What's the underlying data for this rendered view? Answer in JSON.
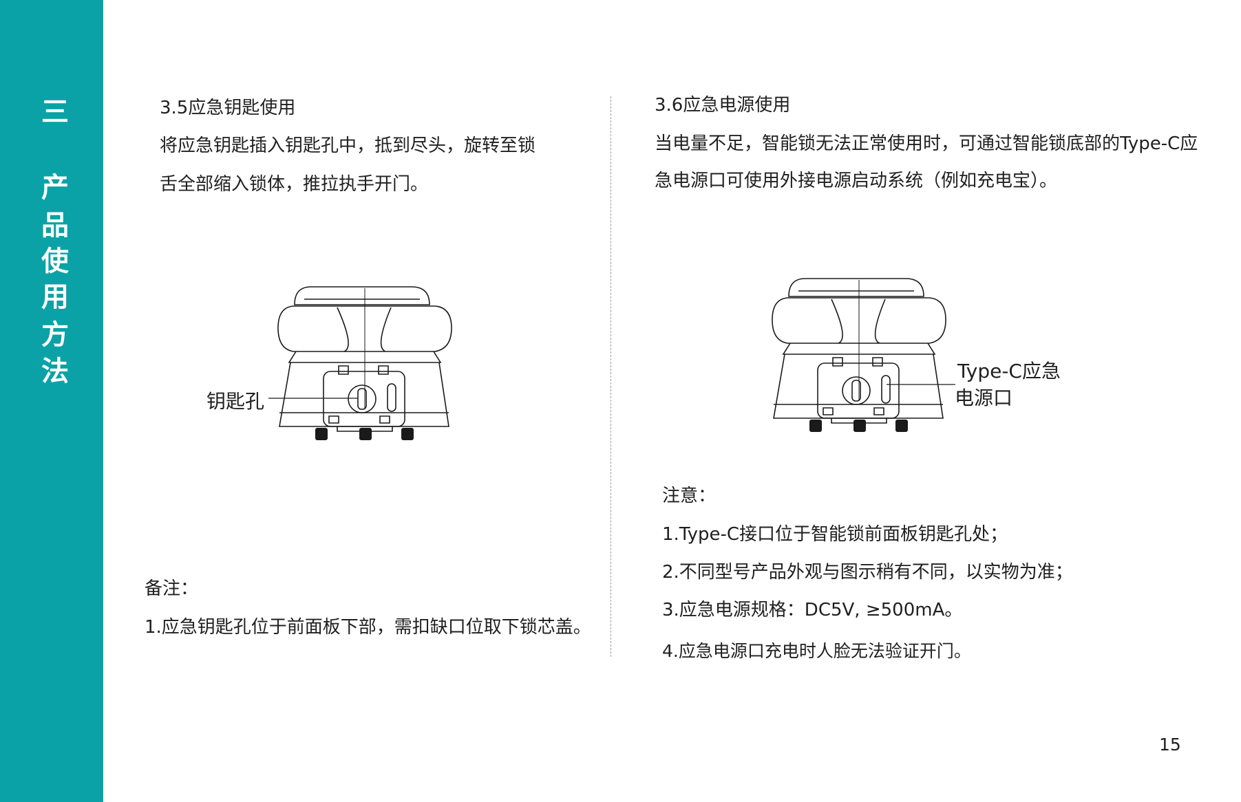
{
  "sidebar": {
    "section_number": "三",
    "title_chars": [
      "产",
      "品",
      "使",
      "用",
      "方",
      "法"
    ]
  },
  "left": {
    "heading": "3.5应急钥匙使用",
    "body_lines": [
      "将应急钥匙插入钥匙孔中，抵到尽头，旋转至锁",
      "舌全部缩入锁体，推拉执手开门。"
    ],
    "callout_label": "钥匙孔",
    "note_title": "备注：",
    "note_items": [
      "1.应急钥匙孔位于前面板下部，需扣缺口位取下锁芯盖。"
    ]
  },
  "right": {
    "heading": "3.6应急电源使用",
    "body_lines": [
      "当电量不足，智能锁无法正常使用时，可通过智能锁底部的Type-C应",
      "急电源口可使用外接电源启动系统（例如充电宝）。"
    ],
    "callout_lines": [
      "Type-C应急",
      "电源口"
    ],
    "note_title": "注意：",
    "note_items": [
      "1.Type-C接口位于智能锁前面板钥匙孔处；",
      "2.不同型号产品外观与图示稍有不同，以实物为准；",
      "3.应急电源规格：DC5V, ≥500mA。",
      "4.应急电源口充电时人脸无法验证开门。"
    ]
  },
  "page_number": "15",
  "colors": {
    "accent": "#0aa2a6",
    "text": "#1f1f1f",
    "line": "#1a1a1a"
  }
}
